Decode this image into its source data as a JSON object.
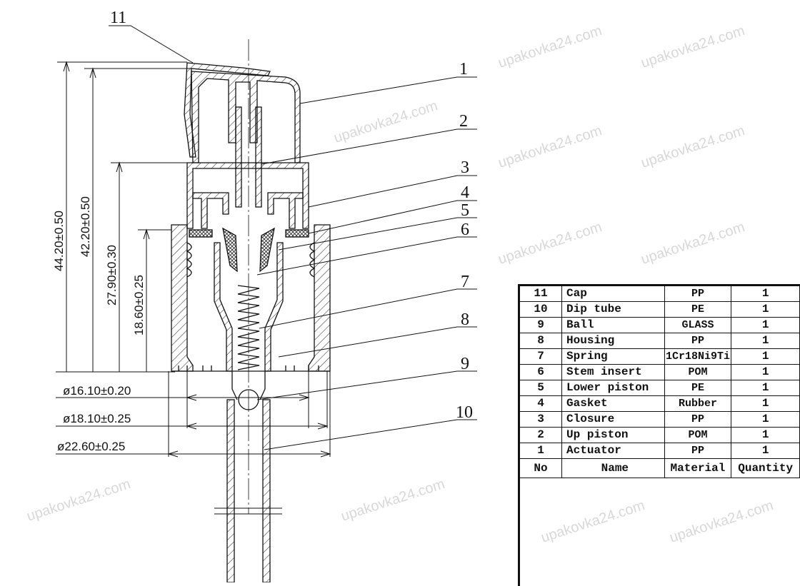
{
  "watermark": "upakovka24.com",
  "callouts": [
    "1",
    "2",
    "3",
    "4",
    "5",
    "6",
    "7",
    "8",
    "9",
    "10",
    "11"
  ],
  "dimensions": {
    "height_total": "44.20±0.50",
    "height_body": "42.20±0.50",
    "height_closure": "27.90±0.30",
    "height_housing": "18.60±0.25",
    "dia_inner": "ø16.10±0.20",
    "dia_mid": "ø18.10±0.25",
    "dia_outer": "ø22.60±0.25"
  },
  "bom": {
    "headers": {
      "no": "No",
      "name": "Name",
      "material": "Material",
      "quantity": "Quantity"
    },
    "rows": [
      {
        "no": "11",
        "name": "Cap",
        "material": "PP",
        "quantity": "1"
      },
      {
        "no": "10",
        "name": "Dip tube",
        "material": "PE",
        "quantity": "1"
      },
      {
        "no": "9",
        "name": "Ball",
        "material": "GLASS",
        "quantity": "1"
      },
      {
        "no": "8",
        "name": "Housing",
        "material": "PP",
        "quantity": "1"
      },
      {
        "no": "7",
        "name": "Spring",
        "material": "1Cr18Ni9Ti",
        "quantity": "1"
      },
      {
        "no": "6",
        "name": "Stem insert",
        "material": "POM",
        "quantity": "1"
      },
      {
        "no": "5",
        "name": "Lower piston",
        "material": "PE",
        "quantity": "1"
      },
      {
        "no": "4",
        "name": "Gasket",
        "material": "Rubber",
        "quantity": "1"
      },
      {
        "no": "3",
        "name": "Closure",
        "material": "PP",
        "quantity": "1"
      },
      {
        "no": "2",
        "name": "Up piston",
        "material": "POM",
        "quantity": "1"
      },
      {
        "no": "1",
        "name": "Actuator",
        "material": "PP",
        "quantity": "1"
      }
    ]
  }
}
